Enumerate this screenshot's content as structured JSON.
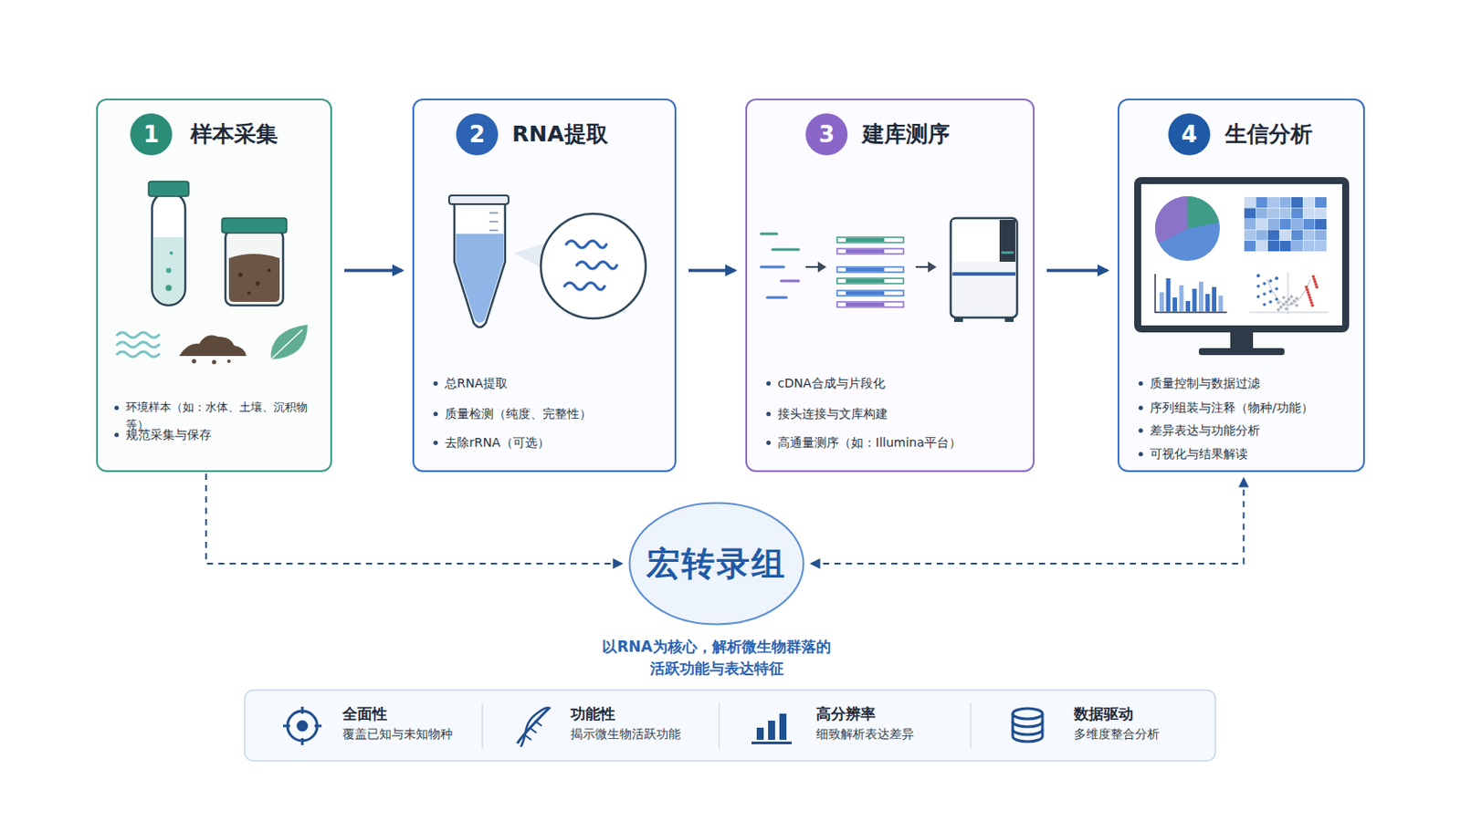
{
  "diagram": {
    "nodes": [
      {
        "text": [
          "样本采集",
          "环境样本（如：水体、土壤、沉积物等）",
          "规范采集与保存"
        ]
      },
      {
        "text": [
          "1"
        ],
        "in": 0
      },
      {
        "text": [
          "RNA提取",
          "总RNA提取",
          "质量检测（纯度、完整性）",
          "去除rRNA（可选）"
        ]
      },
      {
        "text": [
          "2"
        ],
        "in": 2
      },
      {
        "text": [
          "建库测序",
          "cDNA合成与片段化",
          "接头连接与文库构建",
          "高通量测序（如：Illumina平台）"
        ]
      },
      {
        "text": [
          "3"
        ],
        "in": 4
      },
      {
        "text": [
          "生信分析",
          "质量控制与数据过滤",
          "序列组装与注释（物种/功能）",
          "差异表达与功能分析",
          "可视化与结果解读"
        ]
      },
      {
        "text": [
          "4"
        ],
        "in": 6
      },
      {
        "text": [
          "宏转录组",
          "以RNA为核心，解析微生物群落的 活跃功能与表达特征"
        ]
      },
      {
        "text": [
          "全面性",
          "覆盖已知与未知物种"
        ]
      },
      {
        "text": [
          "功能性",
          "揭示微生物活跃功能"
        ]
      },
      {
        "text": [
          "高分辨率",
          "细致解析表达差异"
        ]
      },
      {
        "text": [
          "数据驱动",
          "多维度整合分析"
        ]
      }
    ],
    "edges": [
      {
        "from": 0,
        "to": 2,
        "arrow": "to"
      },
      {
        "from": 2,
        "to": 4,
        "arrow": "to"
      },
      {
        "from": 4,
        "to": 6,
        "arrow": "to"
      },
      {
        "from": 0,
        "to": 8,
        "arrow": "to"
      },
      {
        "from": 8,
        "to": 6,
        "arrow": "both"
      }
    ]
  }
}
